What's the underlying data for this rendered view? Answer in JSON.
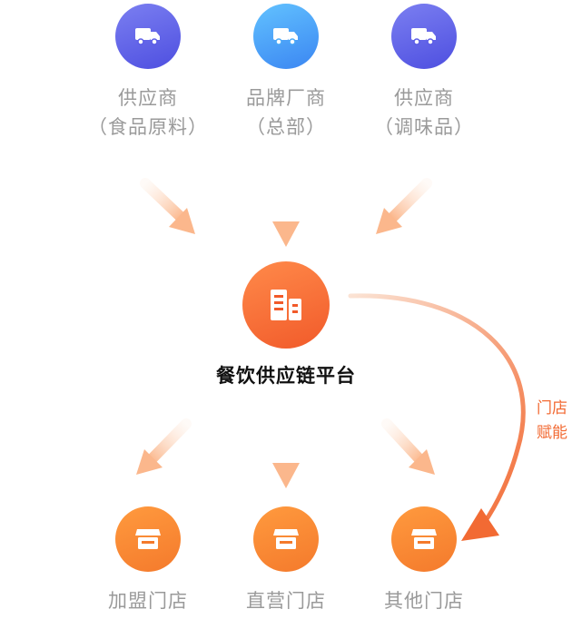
{
  "suppliers": [
    {
      "name": "供应商",
      "sub": "（食品原料）",
      "icon": "truck-icon",
      "color": "#5b5ce6"
    },
    {
      "name": "品牌厂商",
      "sub": "（总部）",
      "icon": "truck-icon",
      "color": "#4aa8f7"
    },
    {
      "name": "供应商",
      "sub": "（调味品）",
      "icon": "truck-icon",
      "color": "#5b5ce6"
    }
  ],
  "hub": {
    "name": "餐饮供应链平台",
    "icon": "building-icon",
    "color": "#f36b33"
  },
  "stores": [
    {
      "name": "加盟门店",
      "icon": "store-icon"
    },
    {
      "name": "直营门店",
      "icon": "store-icon"
    },
    {
      "name": "其他门店",
      "icon": "store-icon"
    }
  ],
  "empower": {
    "line1": "门店",
    "line2": "赋能",
    "color": "#f26a33"
  },
  "colors": {
    "label_gray": "#9a9a9a",
    "arrow_peach": "#fbc7a6",
    "accent_orange": "#f68a3a"
  }
}
